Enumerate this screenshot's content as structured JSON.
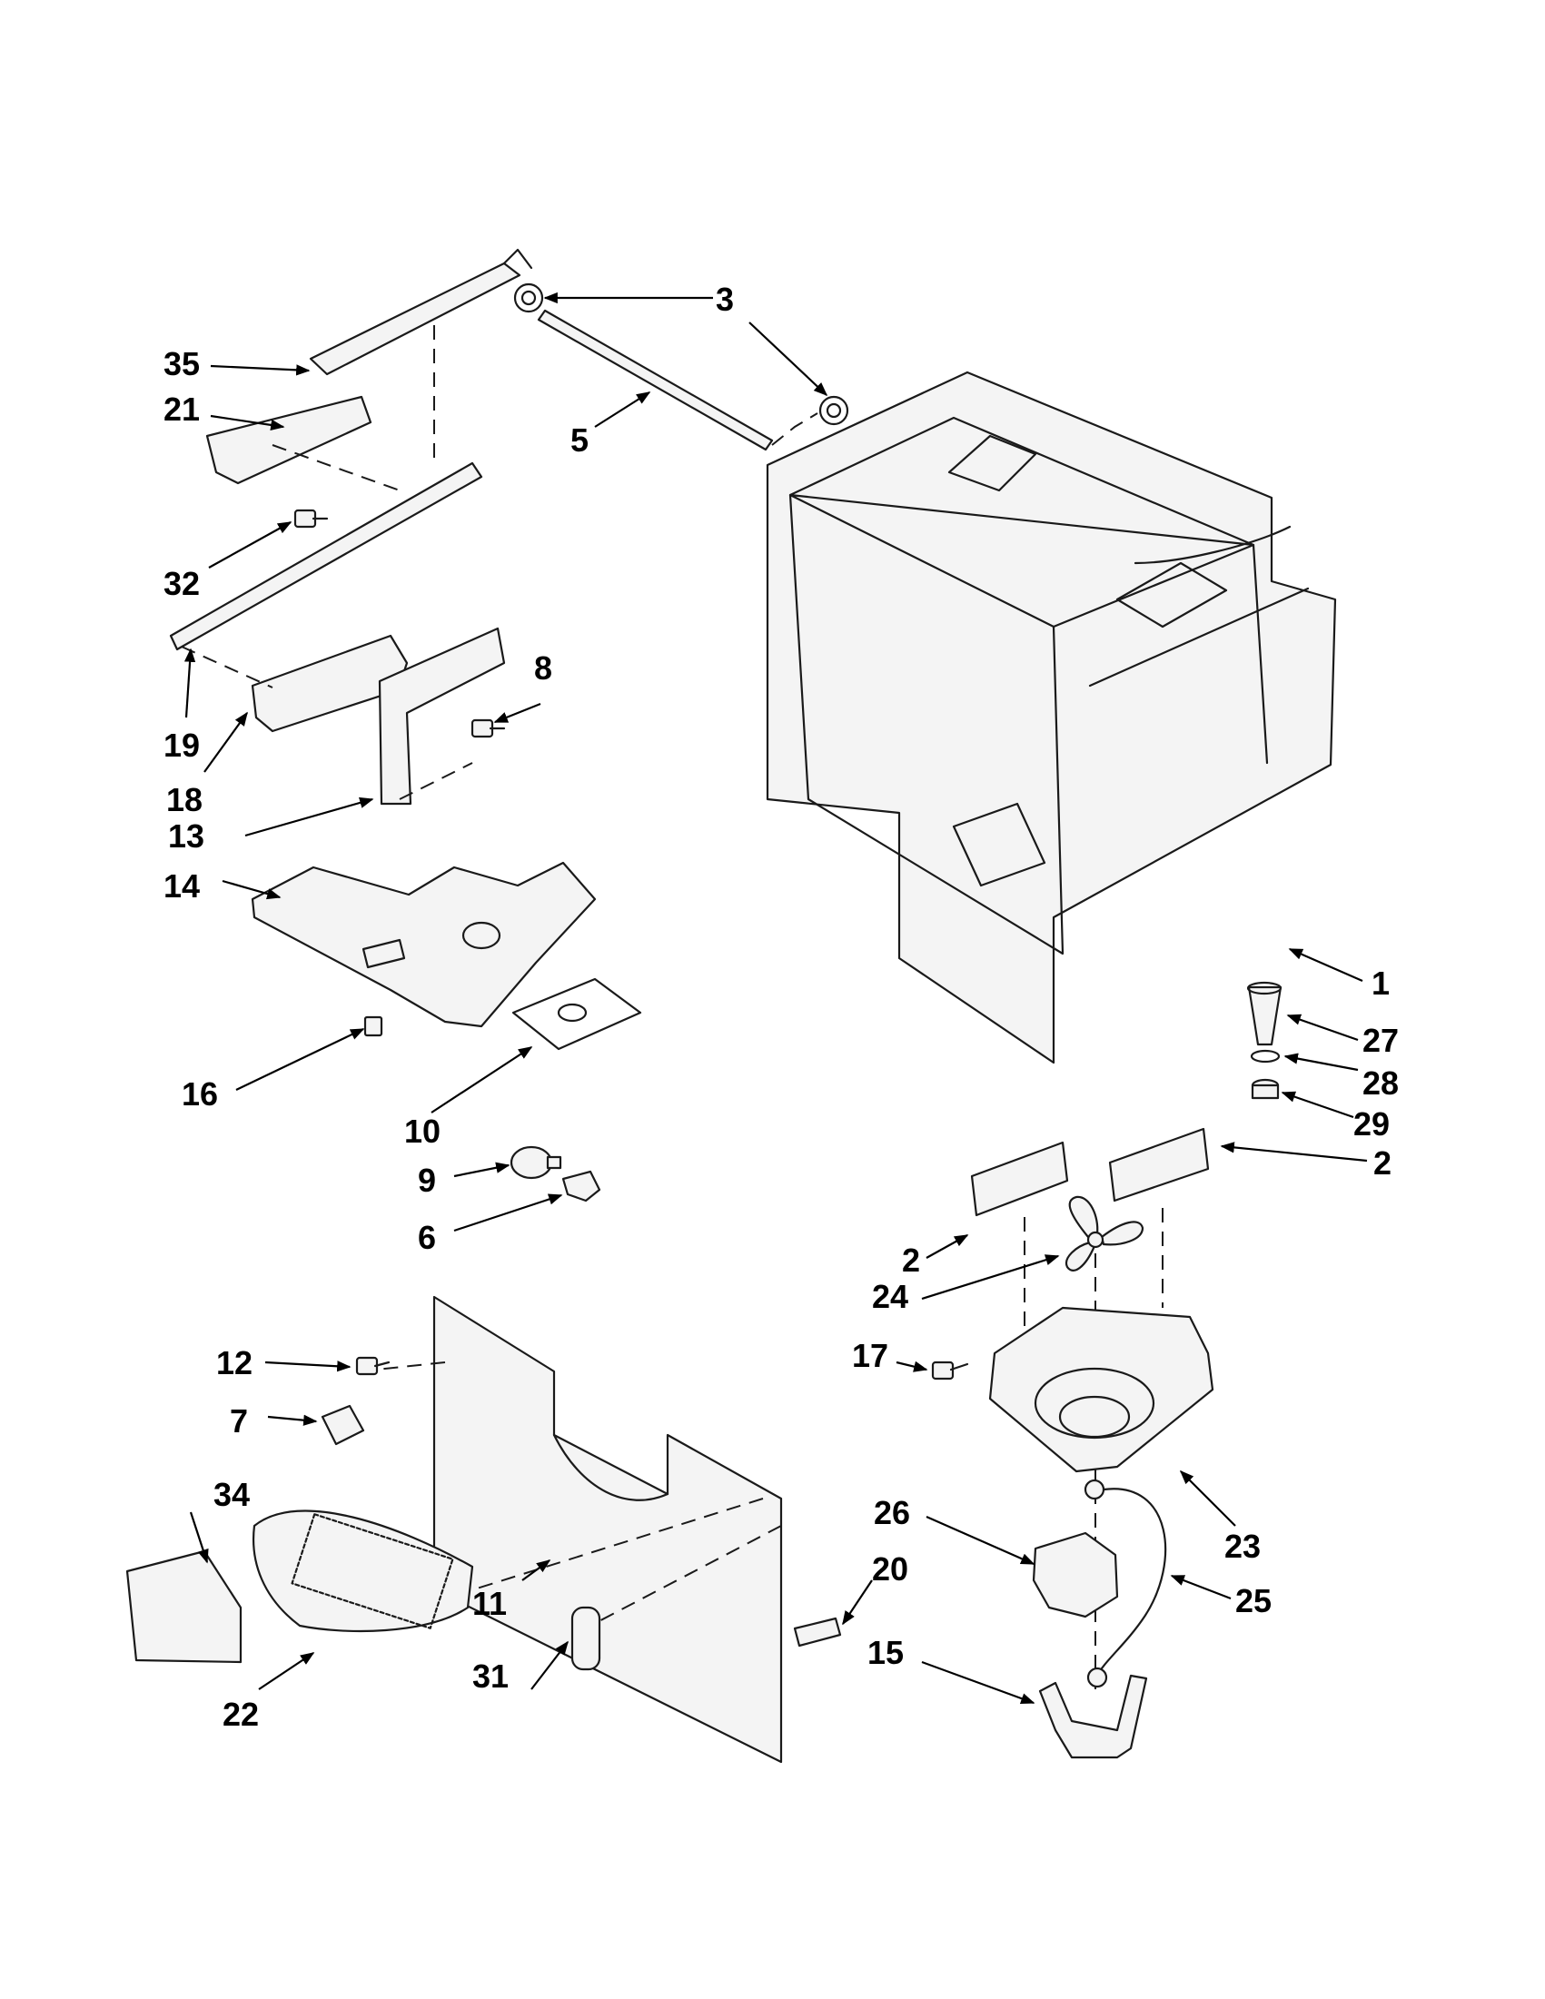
{
  "callouts": [
    {
      "id": "c1",
      "text": "1"
    },
    {
      "id": "c2a",
      "text": "2"
    },
    {
      "id": "c2b",
      "text": "2"
    },
    {
      "id": "c3",
      "text": "3"
    },
    {
      "id": "c5",
      "text": "5"
    },
    {
      "id": "c6",
      "text": "6"
    },
    {
      "id": "c7",
      "text": "7"
    },
    {
      "id": "c8",
      "text": "8"
    },
    {
      "id": "c9",
      "text": "9"
    },
    {
      "id": "c10",
      "text": "10"
    },
    {
      "id": "c11",
      "text": "11"
    },
    {
      "id": "c12",
      "text": "12"
    },
    {
      "id": "c13",
      "text": "13"
    },
    {
      "id": "c14",
      "text": "14"
    },
    {
      "id": "c15",
      "text": "15"
    },
    {
      "id": "c16",
      "text": "16"
    },
    {
      "id": "c17",
      "text": "17"
    },
    {
      "id": "c18",
      "text": "18"
    },
    {
      "id": "c19",
      "text": "19"
    },
    {
      "id": "c20",
      "text": "20"
    },
    {
      "id": "c21",
      "text": "21"
    },
    {
      "id": "c22",
      "text": "22"
    },
    {
      "id": "c23",
      "text": "23"
    },
    {
      "id": "c24",
      "text": "24"
    },
    {
      "id": "c25",
      "text": "25"
    },
    {
      "id": "c26",
      "text": "26"
    },
    {
      "id": "c27",
      "text": "27"
    },
    {
      "id": "c28",
      "text": "28"
    },
    {
      "id": "c29",
      "text": "29"
    },
    {
      "id": "c31",
      "text": "31"
    },
    {
      "id": "c32",
      "text": "32"
    },
    {
      "id": "c34",
      "text": "34"
    },
    {
      "id": "c35",
      "text": "35"
    }
  ]
}
